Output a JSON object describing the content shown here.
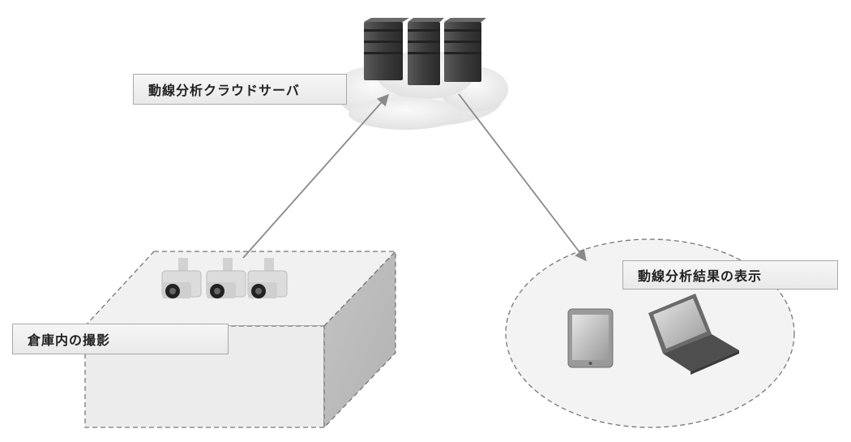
{
  "labels": {
    "cloud_server": "動線分析クラウドサーバ",
    "capture": "倉庫内の撮影",
    "display": "動線分析結果の表示"
  },
  "nodes": {
    "servers": [
      "server-icon",
      "server-icon",
      "server-icon"
    ],
    "cameras": [
      "camera-icon",
      "camera-icon",
      "camera-icon"
    ],
    "devices": [
      "tablet-icon",
      "laptop-icon"
    ]
  },
  "edges": [
    {
      "from": "capture",
      "to": "cloud_server"
    },
    {
      "from": "cloud_server",
      "to": "display"
    }
  ],
  "colors": {
    "arrow": "#8a8a8a",
    "dashed_outline": "#777777",
    "label_fill": "#eeeeee",
    "server": "#4a4a4a"
  }
}
